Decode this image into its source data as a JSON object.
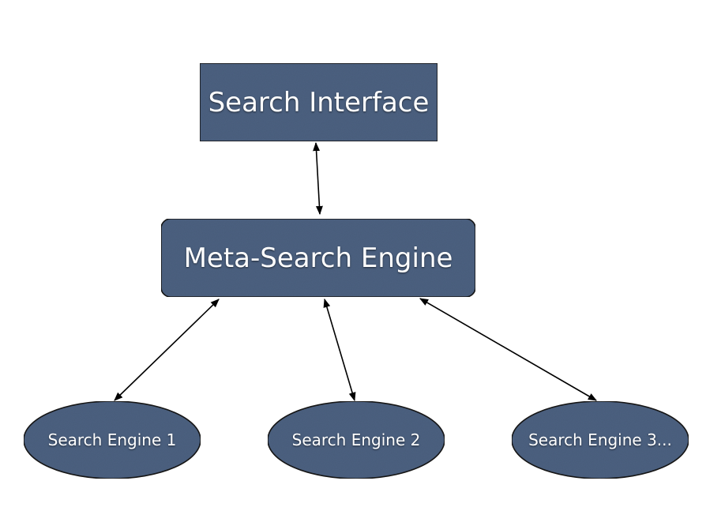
{
  "colors": {
    "node_fill": "#4e6281",
    "node_stroke": "#1a1a1a",
    "text": "#ffffff",
    "connector": "#000000"
  },
  "nodes": {
    "search_interface": "Search Interface",
    "meta_search_engine": "Meta-Search Engine",
    "search_engine_1": "Search Engine 1",
    "search_engine_2": "Search Engine 2",
    "search_engine_3": "Search Engine 3..."
  },
  "connections": [
    {
      "from": "search_interface",
      "to": "meta_search_engine",
      "bidirectional": true
    },
    {
      "from": "meta_search_engine",
      "to": "search_engine_1",
      "bidirectional": true
    },
    {
      "from": "meta_search_engine",
      "to": "search_engine_2",
      "bidirectional": true
    },
    {
      "from": "meta_search_engine",
      "to": "search_engine_3",
      "bidirectional": true
    }
  ]
}
